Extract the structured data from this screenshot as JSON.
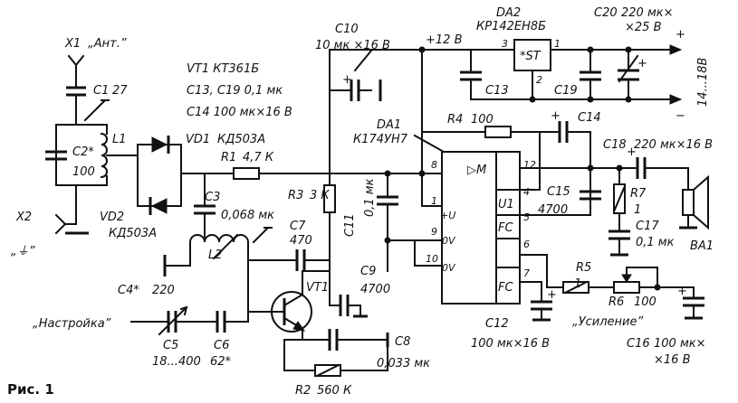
{
  "figure": {
    "caption": "Рис. 1"
  },
  "connectors": {
    "x1": "X1",
    "x1_name": "„Ант.”",
    "x2": "X2",
    "x2_name": "„⏚”"
  },
  "notes": {
    "line1": "VT1 КТ361Б",
    "line2": "C13, C19 0,1 мк",
    "line3": "C14 100 мк×16 В"
  },
  "components": {
    "c1": {
      "ref": "C1",
      "value": "27"
    },
    "c2": {
      "ref": "C2*",
      "value": "100"
    },
    "l1": {
      "ref": "L1"
    },
    "vd1": {
      "ref": "VD1",
      "value": "КД503А"
    },
    "vd2": {
      "ref": "VD2",
      "value": "КД503А"
    },
    "r1": {
      "ref": "R1",
      "value": "4,7 К"
    },
    "c3": {
      "ref": "C3",
      "value": "0,068 мк"
    },
    "l2": {
      "ref": "L2"
    },
    "c7": {
      "ref": "C7",
      "value": "470"
    },
    "r3": {
      "ref": "R3",
      "value": "3 К"
    },
    "c4": {
      "ref": "C4*",
      "value": "220"
    },
    "c5": {
      "ref": "C5",
      "value": "18...400"
    },
    "c6": {
      "ref": "C6",
      "value": "62*"
    },
    "vt1": {
      "ref": "VT1"
    },
    "c9": {
      "ref": "C9",
      "value": "4700"
    },
    "c8": {
      "ref": "C8",
      "value": "0,033 мк"
    },
    "r2": {
      "ref": "R2",
      "value": "560 К"
    },
    "c10": {
      "ref": "C10",
      "value": "10 мк ×16 В"
    },
    "c11": {
      "ref": "C11",
      "value": "0,1 мк"
    },
    "c12": {
      "ref": "C12",
      "value": "100 мк×16 В"
    },
    "c13": {
      "ref": "C13"
    },
    "c19": {
      "ref": "C19"
    },
    "c20": {
      "ref": "C20",
      "value": "220 мк×",
      "value2": "×25 В"
    },
    "r4": {
      "ref": "R4",
      "value": "100"
    },
    "c14": {
      "ref": "C14"
    },
    "c15": {
      "ref": "C15",
      "value": "4700"
    },
    "r7": {
      "ref": "R7",
      "value": "1"
    },
    "c17": {
      "ref": "C17",
      "value": "0,1 мк"
    },
    "c18": {
      "ref": "C18",
      "value": "220 мк×16 В"
    },
    "ba1": {
      "ref": "BA1"
    },
    "r5": {
      "ref": "R5",
      "value": "1"
    },
    "r6": {
      "ref": "R6",
      "value": "100"
    },
    "c16": {
      "ref": "C16",
      "value": "100 мк×",
      "value2": "×16 В"
    }
  },
  "chips": {
    "da1": {
      "ref": "DA1",
      "type": "К174УН7",
      "amp": "▷M",
      "u1": "U1",
      "fc": "FC",
      "pins": {
        "p1": "1",
        "p4": "4",
        "p5": "5",
        "p6": "6",
        "p7": "7",
        "p8": "8",
        "p9": "9",
        "p10": "10",
        "p12": "12"
      },
      "pin_names": {
        "pu": "+U",
        "ov1": "0V",
        "ov2": "0V"
      }
    },
    "da2": {
      "ref": "DA2",
      "type": "КР142ЕН8Б",
      "st": "*ST",
      "pins": {
        "p1": "1",
        "p2": "2",
        "p3": "3"
      }
    }
  },
  "power": {
    "supply": "+12 В",
    "plus": "+",
    "minus": "−",
    "range": "14...18В"
  },
  "labels": {
    "tune": "„Настройка”",
    "gain": "„Усиление”"
  }
}
